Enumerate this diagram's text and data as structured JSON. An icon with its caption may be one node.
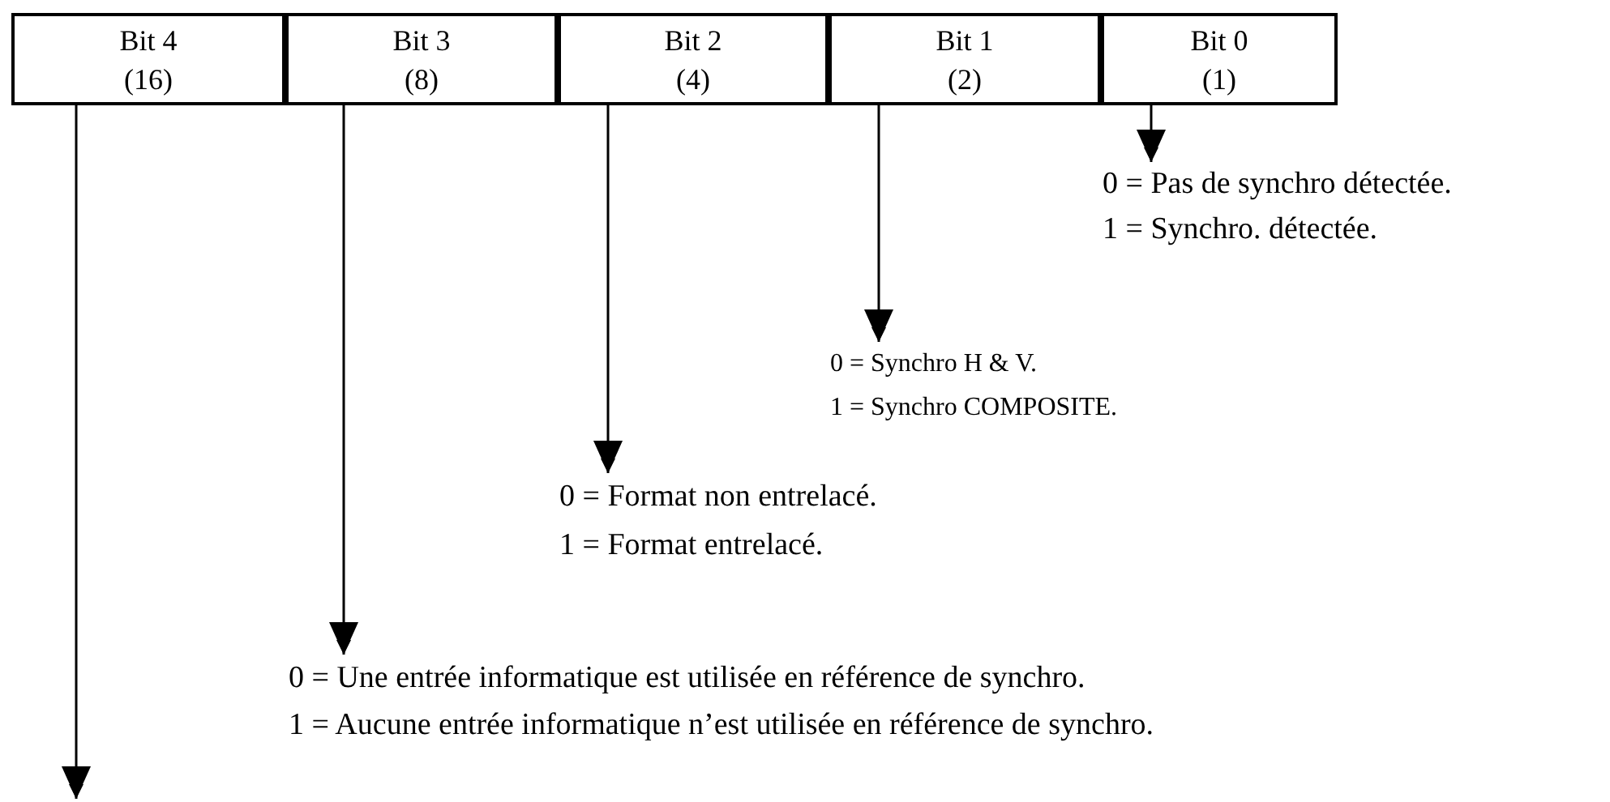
{
  "diagram": {
    "nodes": [
      {
        "text": [
          "Bit 4",
          "(16)"
        ]
      },
      {
        "text": [
          "Bit 3",
          "(8)"
        ]
      },
      {
        "text": [
          "Bit 2",
          "(4)"
        ]
      },
      {
        "text": [
          "Bit 1",
          "(2)"
        ]
      },
      {
        "text": [
          "Bit 0",
          "(1)"
        ]
      },
      {
        "text": [
          "0 = Pas de synchro détectée.",
          "1 = Synchro. détectée."
        ]
      },
      {
        "text": [
          "0 = Synchro H & V.",
          "1 = Synchro COMPOSITE."
        ]
      },
      {
        "text": [
          "0 = Format non entrelacé.",
          "1 = Format entrelacé."
        ]
      },
      {
        "text": [
          "0 = Une entrée informatique est utilisée en référence de synchro.",
          "1 = Aucune entrée informatique n’est utilisée en référence de synchro."
        ]
      }
    ],
    "edges": [
      {
        "from": 4,
        "to": 5,
        "arrow": "to"
      },
      {
        "from": 3,
        "to": 6,
        "arrow": "to"
      },
      {
        "from": 2,
        "to": 7,
        "arrow": "to"
      },
      {
        "from": 1,
        "to": 8,
        "arrow": "to"
      },
      {
        "from": 0,
        "to": null,
        "arrow": "to"
      }
    ]
  }
}
